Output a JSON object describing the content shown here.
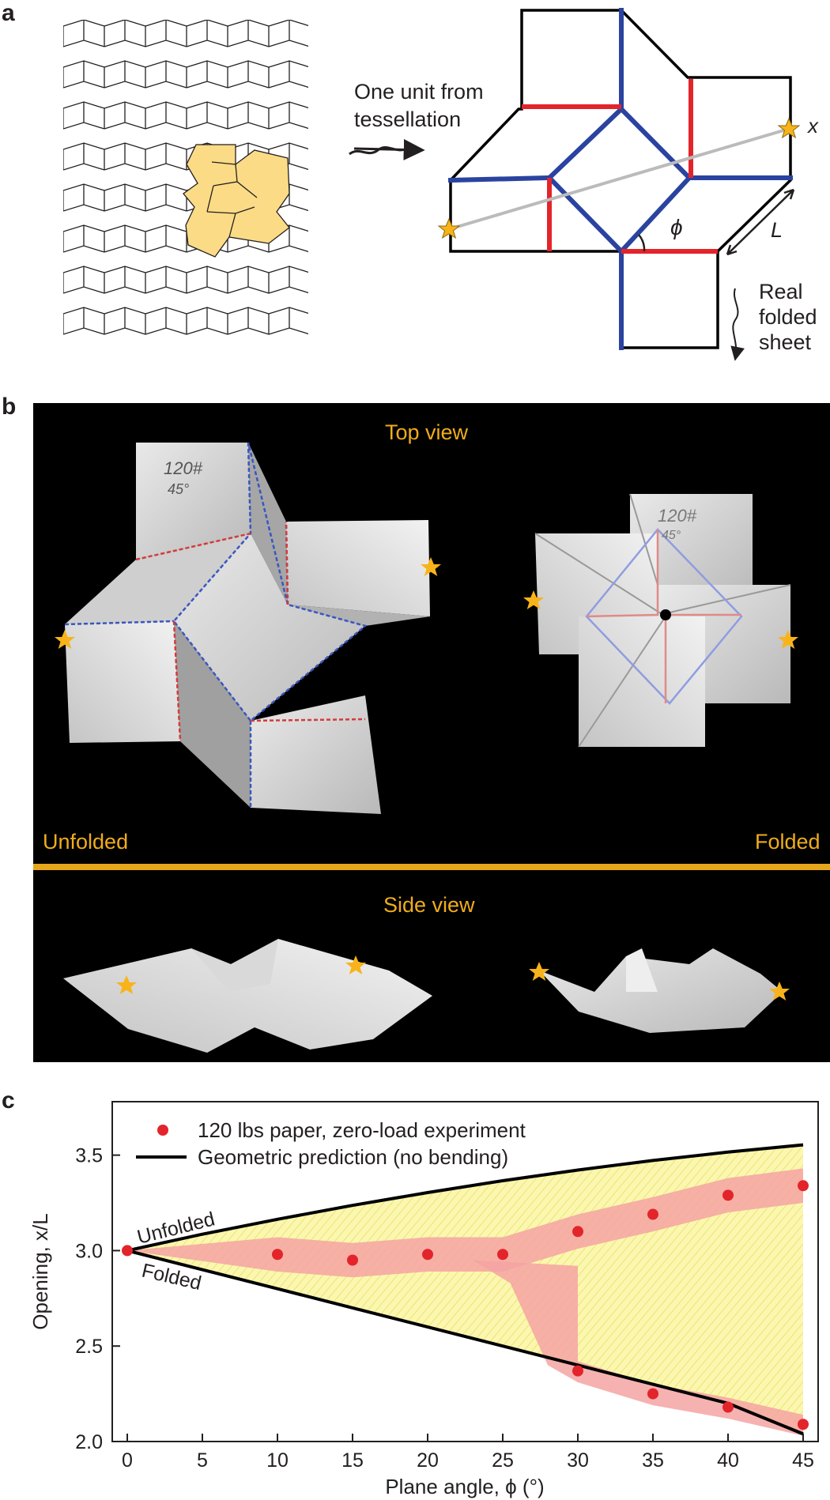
{
  "panel_a": {
    "letter": "a",
    "callout_line1": "One unit from",
    "callout_line2": "tessellation",
    "x_label": "x",
    "phi_label": "ϕ",
    "L_label": "L",
    "real_line1": "Real",
    "real_line2": "folded",
    "real_line3": "sheet",
    "colors": {
      "yellow": "#fbdb86",
      "blue": "#2a43a0",
      "red": "#e3242b",
      "star": "#f8b31a"
    }
  },
  "panel_b": {
    "letter": "b",
    "top_view": "Top view",
    "side_view": "Side view",
    "unfolded": "Unfolded",
    "folded": "Folded",
    "handwriting_1": "120#",
    "handwriting_2": "45°"
  },
  "panel_c": {
    "letter": "c",
    "legend_points": "120 lbs paper, zero-load experiment",
    "legend_line": "Geometric prediction (no bending)",
    "unfolded_label": "Unfolded",
    "folded_label": "Folded"
  },
  "chart_data": {
    "type": "scatter",
    "xlabel": "Plane angle, ϕ (°)",
    "ylabel": "Opening, x/L",
    "xlim": [
      -1,
      46
    ],
    "ylim": [
      2.0,
      3.78
    ],
    "xticks": [
      0,
      5,
      10,
      15,
      20,
      25,
      30,
      35,
      40,
      45
    ],
    "yticks": [
      2.0,
      2.5,
      3.0,
      3.5
    ],
    "ytick_labels": [
      "2.0",
      "2.5",
      "3.0",
      "3.5"
    ],
    "series": [
      {
        "name": "120 lbs paper, zero-load experiment",
        "kind": "points",
        "color": "#e3242b",
        "x": [
          0,
          10,
          15,
          20,
          25,
          30,
          35,
          40,
          45,
          30,
          35,
          40,
          45
        ],
        "y": [
          3.0,
          2.98,
          2.95,
          2.98,
          2.98,
          3.1,
          3.19,
          3.29,
          3.34,
          2.37,
          2.25,
          2.18,
          2.09
        ]
      },
      {
        "name": "Geometric prediction (no bending)",
        "kind": "line",
        "color": "#000000",
        "x": [
          0,
          5,
          10,
          15,
          20,
          25,
          30,
          35,
          40,
          45
        ],
        "y_upper": [
          3.0,
          3.086,
          3.164,
          3.237,
          3.304,
          3.366,
          3.422,
          3.472,
          3.516,
          3.554
        ],
        "y_lower": [
          3.0,
          2.9,
          2.8,
          2.7,
          2.6,
          2.5,
          2.4,
          2.3,
          2.2,
          2.04
        ]
      }
    ],
    "fill_colors": {
      "region": "#fbf7a0",
      "band": "#f4a3a3"
    }
  }
}
